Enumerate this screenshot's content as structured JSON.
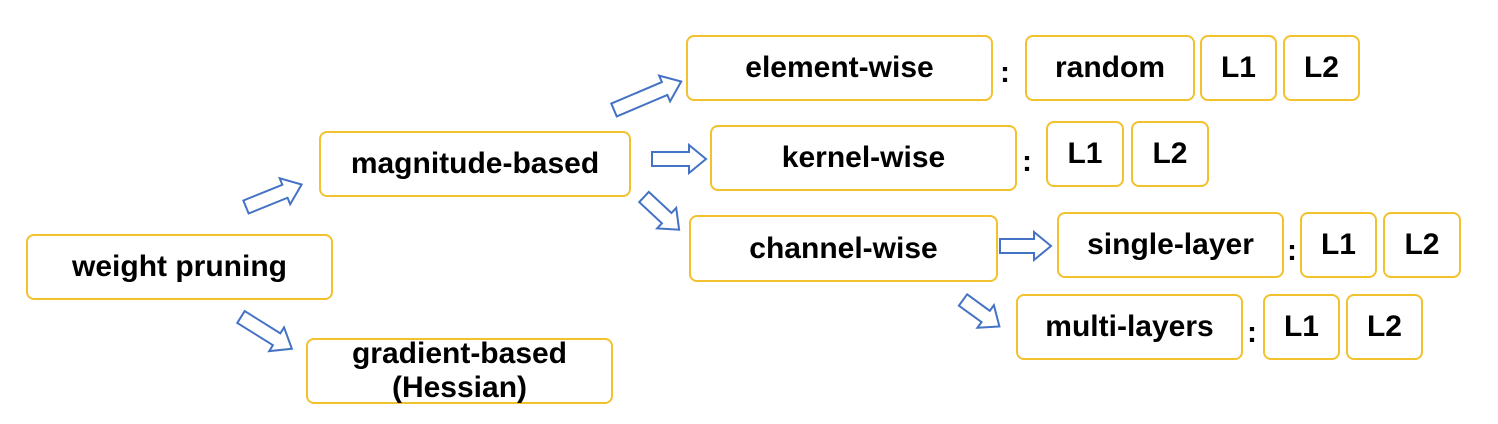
{
  "colors": {
    "box_border": "#F2C12E",
    "arrow_stroke": "#4472C4",
    "text": "#000000"
  },
  "nodes": {
    "root": "weight pruning",
    "magnitude": "magnitude-based",
    "gradient_line1": "gradient-based",
    "gradient_line2": "(Hessian)",
    "element": "element-wise",
    "kernel": "kernel-wise",
    "channel": "channel-wise",
    "single": "single-layer",
    "multi": "multi-layers"
  },
  "criteria": {
    "element": [
      "random",
      "L1",
      "L2"
    ],
    "kernel": [
      "L1",
      "L2"
    ],
    "single": [
      "L1",
      "L2"
    ],
    "multi": [
      "L1",
      "L2"
    ]
  },
  "separator": ":"
}
